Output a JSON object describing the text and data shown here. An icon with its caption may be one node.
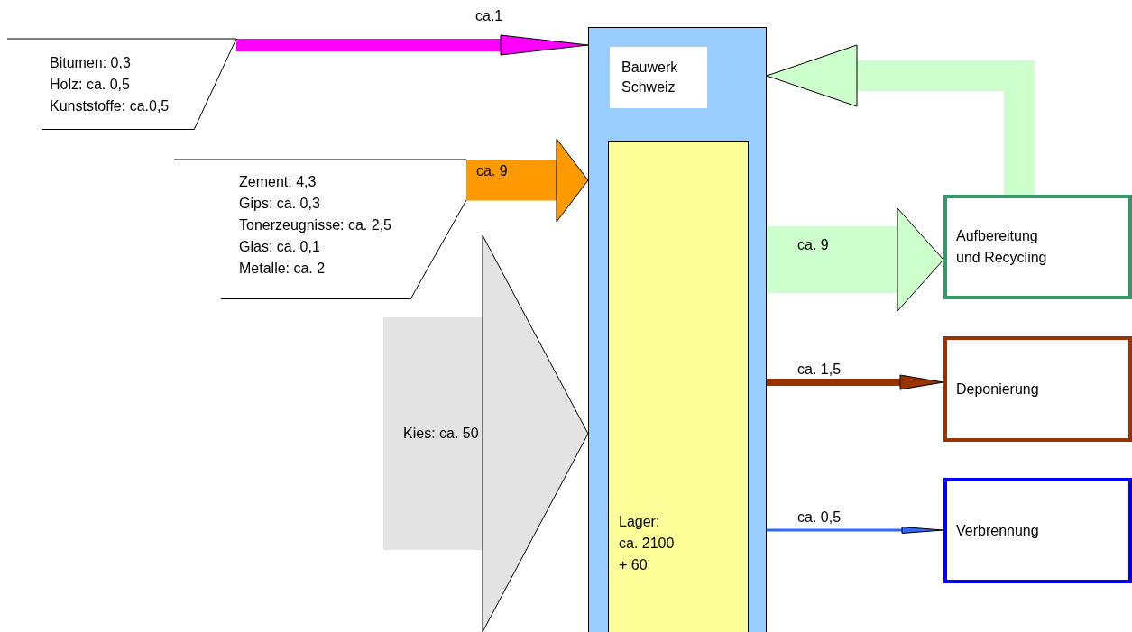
{
  "diagram": {
    "nodes": [
      {
        "text": [
          "Bauwerk Schweiz"
        ]
      },
      {
        "text": [
          "Lager: ca. 2100 + 60"
        ],
        "in": 0
      },
      {
        "text": [
          "Aufbereitung und Recycling"
        ]
      },
      {
        "text": [
          "Deponierung"
        ]
      },
      {
        "text": [
          "Verbrennung"
        ]
      },
      {
        "text": [
          "Bitumen: 0,3",
          "Holz: ca. 0,5",
          "Kunststoffe: ca.0,5"
        ]
      },
      {
        "text": [
          "Zement: 4,3",
          "Gips: ca. 0,3",
          "Tonerzeugnisse: ca. 2,5",
          "Glas: ca. 0,1",
          "Metalle: ca. 2"
        ]
      }
    ],
    "edges": [
      {
        "from": null,
        "to": 0,
        "arrow": "to",
        "label": "ca.1",
        "color": "#ff00ff"
      },
      {
        "from": 5,
        "to": null,
        "arrow": "none"
      },
      {
        "from": null,
        "to": 0,
        "arrow": "to",
        "label": "ca. 9",
        "style": "thick",
        "color": "#ff9900"
      },
      {
        "from": 6,
        "to": null,
        "arrow": "none"
      },
      {
        "from": null,
        "to": 0,
        "arrow": "to",
        "label": "Kies: ca. 50",
        "style": "thick",
        "color": "#e3e3e3"
      },
      {
        "from": 0,
        "to": 2,
        "arrow": "to",
        "label": "ca. 9",
        "style": "thick",
        "color": "#ccffcc"
      },
      {
        "from": 2,
        "to": 0,
        "arrow": "to",
        "style": "thick",
        "color": "#ccffcc"
      },
      {
        "from": 0,
        "to": 3,
        "arrow": "to",
        "label": "ca. 1,5",
        "color": "#993300"
      },
      {
        "from": 0,
        "to": 4,
        "arrow": "to",
        "label": "ca. 0,5",
        "color": "#3366ff"
      }
    ]
  }
}
